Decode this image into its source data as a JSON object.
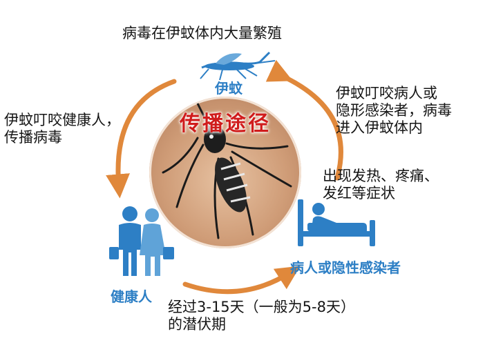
{
  "top_caption": "病毒在伊蚊体内大量繁殖",
  "nodes": {
    "mosquito": "伊蚊",
    "patient": "病人或隐性感染者",
    "healthy": "健康人"
  },
  "center_title": "传播途径",
  "notes": {
    "bite_patient": [
      "伊蚊叮咬病人或",
      "隐形感染者，病毒",
      "进入伊蚊体内"
    ],
    "symptoms": [
      "出现发热、疼痛、",
      "发红等症状"
    ],
    "incubation": [
      "经过3-15天（一般为5-8天）",
      "的潜伏期"
    ],
    "bite_healthy": [
      "伊蚊叮咬健康人，",
      "传播病毒"
    ]
  },
  "colors": {
    "arrow": "#e0883b",
    "label": "#2d7fc5",
    "title": "#d01c1c"
  }
}
